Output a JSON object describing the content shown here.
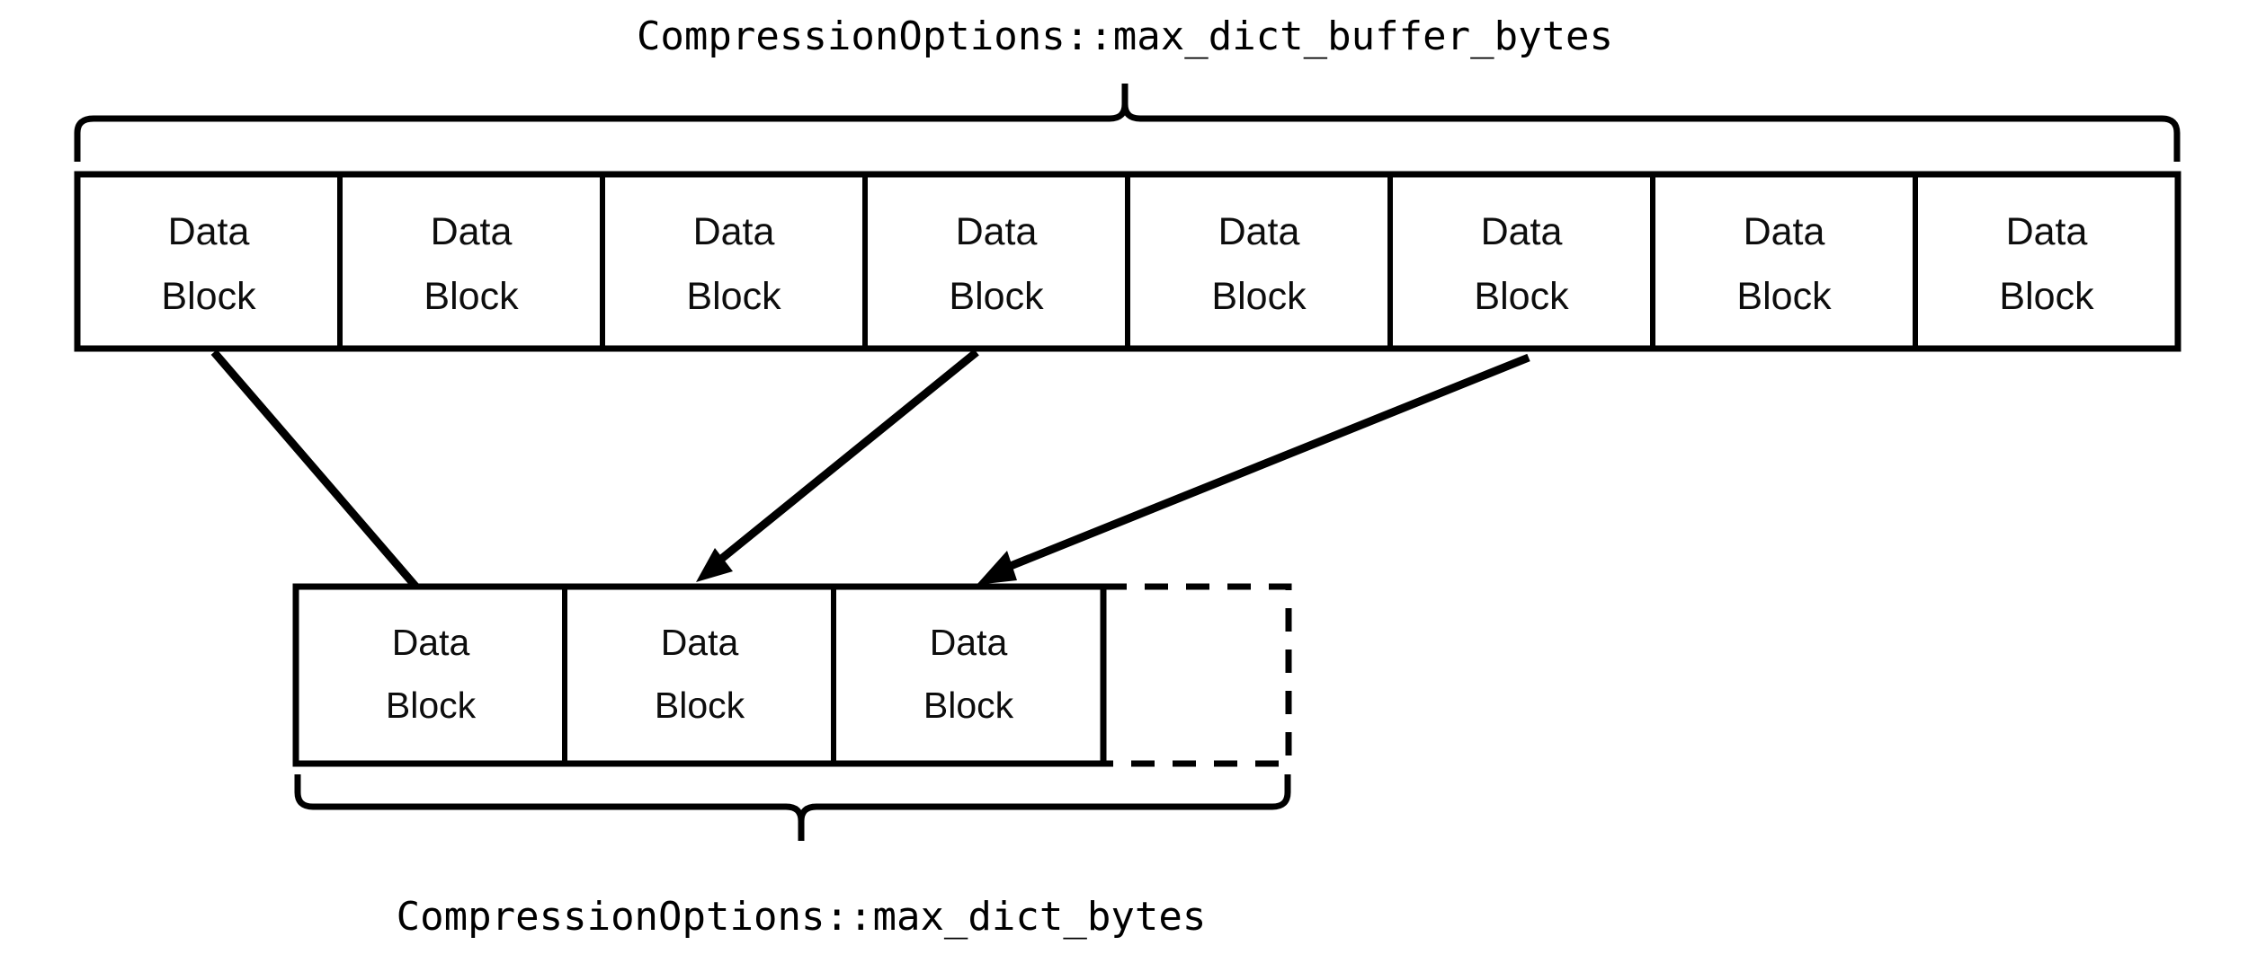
{
  "diagram": {
    "title": "CompressionOptions::max_dict_buffer_bytes",
    "bottom_label": "CompressionOptions::max_dict_bytes",
    "colors": {
      "stroke": "#000000",
      "fill": "#ffffff",
      "text": "#0d0d0d"
    },
    "top_row": {
      "brace_label": "CompressionOptions::max_dict_buffer_bytes",
      "block_count": 8,
      "blocks": [
        {
          "line1": "Data",
          "line2": "Block"
        },
        {
          "line1": "Data",
          "line2": "Block"
        },
        {
          "line1": "Data",
          "line2": "Block"
        },
        {
          "line1": "Data",
          "line2": "Block"
        },
        {
          "line1": "Data",
          "line2": "Block"
        },
        {
          "line1": "Data",
          "line2": "Block"
        },
        {
          "line1": "Data",
          "line2": "Block"
        },
        {
          "line1": "Data",
          "line2": "Block"
        }
      ]
    },
    "bottom_row": {
      "brace_label": "CompressionOptions::max_dict_bytes",
      "block_count": 4,
      "blocks": [
        {
          "line1": "Data",
          "line2": "Block",
          "style": "solid"
        },
        {
          "line1": "Data",
          "line2": "Block",
          "style": "solid"
        },
        {
          "line1": "Data",
          "line2": "Block",
          "style": "solid"
        },
        {
          "line1": "",
          "line2": "",
          "style": "dashed"
        }
      ]
    },
    "arrows": [
      {
        "from_block": 1,
        "to_block": 1
      },
      {
        "from_block": 4,
        "to_block": 2
      },
      {
        "from_block": 6,
        "to_block": 3
      }
    ]
  }
}
